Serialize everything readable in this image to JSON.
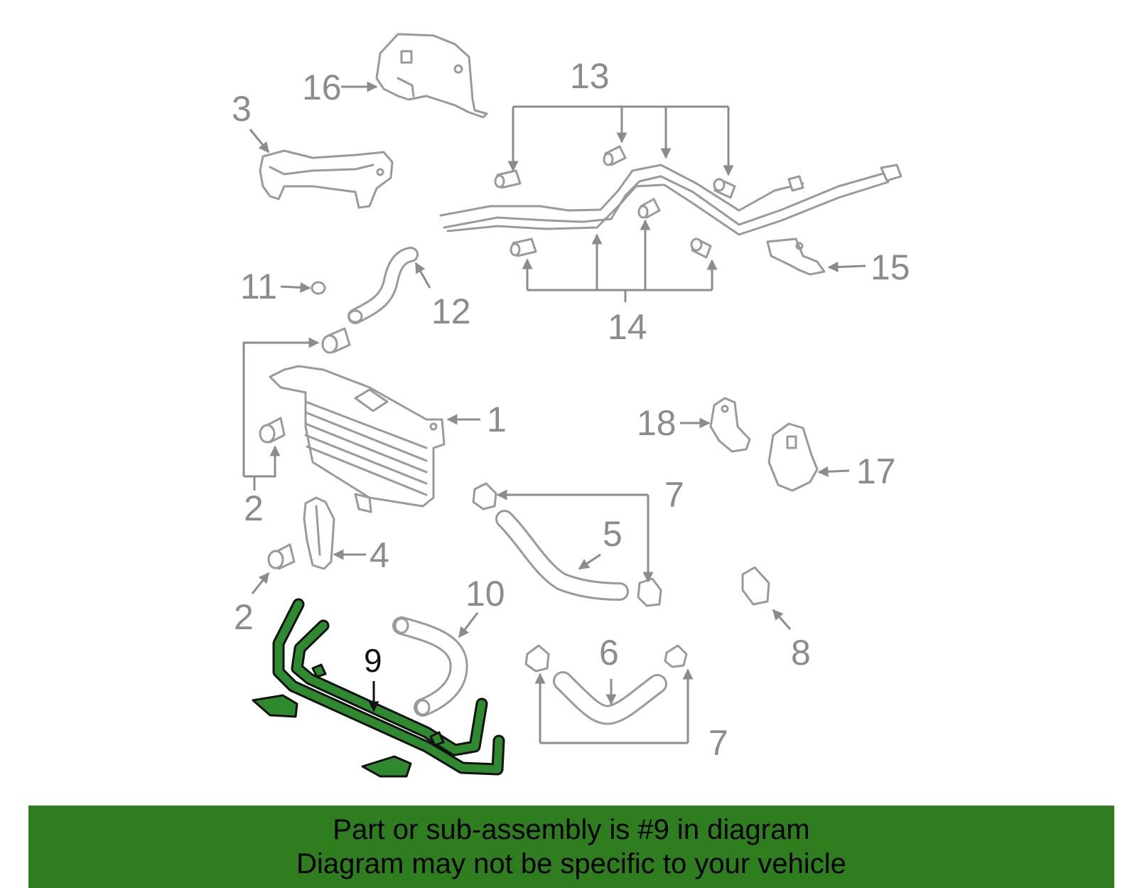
{
  "callouts": {
    "c1": "1",
    "c2a": "2",
    "c2b": "2",
    "c3": "3",
    "c4": "4",
    "c5": "5",
    "c6": "6",
    "c7a": "7",
    "c7b": "7",
    "c8": "8",
    "c9": "9",
    "c10": "10",
    "c11": "11",
    "c12": "12",
    "c13": "13",
    "c14": "14",
    "c15": "15",
    "c16": "16",
    "c17": "17",
    "c18": "18"
  },
  "highlighted_part": "9",
  "colors": {
    "highlight": "#2f8a2f",
    "banner": "#2e7d1f",
    "parts": "#9a9a9a"
  },
  "banner": {
    "line1": "Part or sub-assembly is #9 in diagram",
    "line2": "Diagram may not be specific to your vehicle"
  }
}
